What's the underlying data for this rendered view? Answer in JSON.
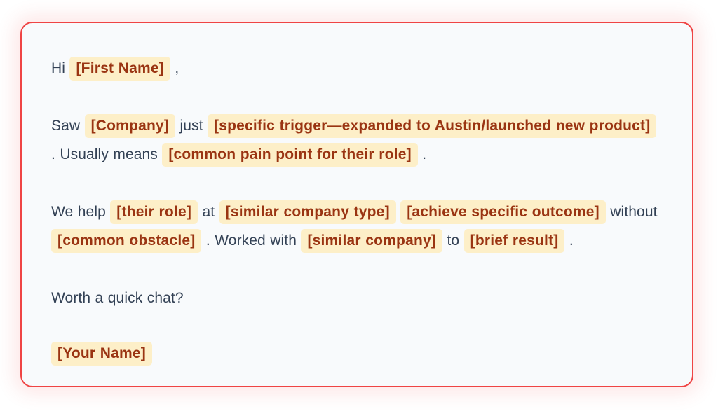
{
  "card": {
    "border_color": "#ef4444",
    "background_color": "#f8fafc",
    "highlight_background": "#fdefc8",
    "highlight_text_color": "#9a3412",
    "body_text_color": "#334155"
  },
  "email": {
    "greeting": {
      "lead": "Hi",
      "placeholder": "[First Name]",
      "trail": ","
    },
    "paragraph_trigger": {
      "lead": "Saw",
      "placeholder_company": "[Company]",
      "mid": "just",
      "placeholder_trigger": "[specific trigger—expanded to Austin/launched new product]",
      "after_trigger": ". Usually means",
      "placeholder_pain": "[common pain point for their role]",
      "trail": "."
    },
    "paragraph_value": {
      "lead": "We help",
      "placeholder_role": "[their role]",
      "mid_at": "at",
      "placeholder_company_type": "[similar company type]",
      "placeholder_outcome": "[achieve specific outcome]",
      "mid_without": "without",
      "placeholder_obstacle": "[common obstacle]",
      "after_obstacle": ". Worked with",
      "placeholder_similar_company": "[similar company]",
      "mid_to": "to",
      "placeholder_result": "[brief result]",
      "trail": "."
    },
    "closing": "Worth a quick chat?",
    "signature": {
      "placeholder": "[Your Name]"
    }
  }
}
